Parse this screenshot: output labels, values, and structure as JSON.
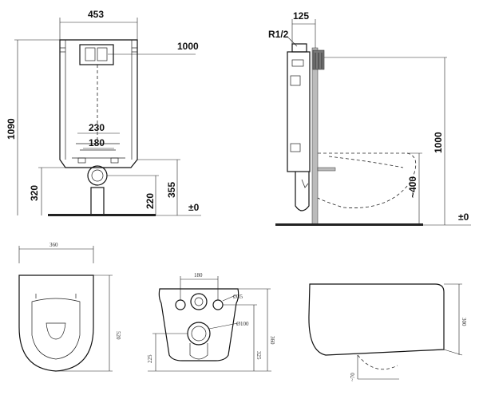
{
  "front_view": {
    "width_label": "453",
    "flush_height_label": "1000",
    "total_height_label": "1090",
    "bolt_outer_label": "230",
    "bolt_inner_label": "180",
    "outlet_height_label": "320",
    "inlet_height_label": "220",
    "bolt_height_label": "355",
    "floor_label": "±0"
  },
  "side_view": {
    "depth_label": "125",
    "connection_label": "R1/2",
    "height_label": "1000",
    "bowl_height_label": "~400",
    "floor_label": "±0"
  },
  "bowl_top": {
    "width_label": "360",
    "length_label": "520"
  },
  "bowl_back": {
    "hole_spacing_label": "180",
    "hole_diameter_label": "Ø35",
    "outlet_diameter_label": "Ø100",
    "height_left_label": "225",
    "height_mid_label": "325",
    "height_right_label": "360"
  },
  "bowl_side": {
    "height_label": "300",
    "bottom_label": "~70"
  }
}
